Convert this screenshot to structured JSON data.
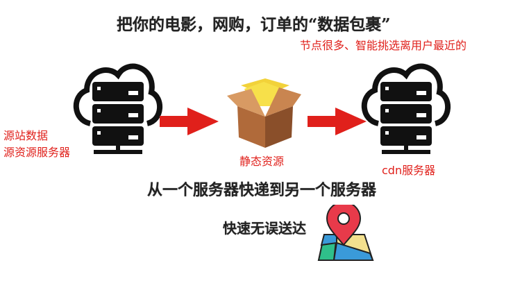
{
  "title": "把你的电影，网购，订单的“数据包裹”",
  "cdn_note": "节点很多、智能挑选离用户最近的",
  "origin_label_1": "源站数据",
  "origin_label_2": "源资源服务器",
  "package_label": "静态资源",
  "cdn_label": "cdn服务器",
  "transfer_text": "从一个服务器快递到另一个服务器",
  "delivery_text": "快速无误送达",
  "colors": {
    "red": "#e0201b",
    "black": "#111111"
  }
}
